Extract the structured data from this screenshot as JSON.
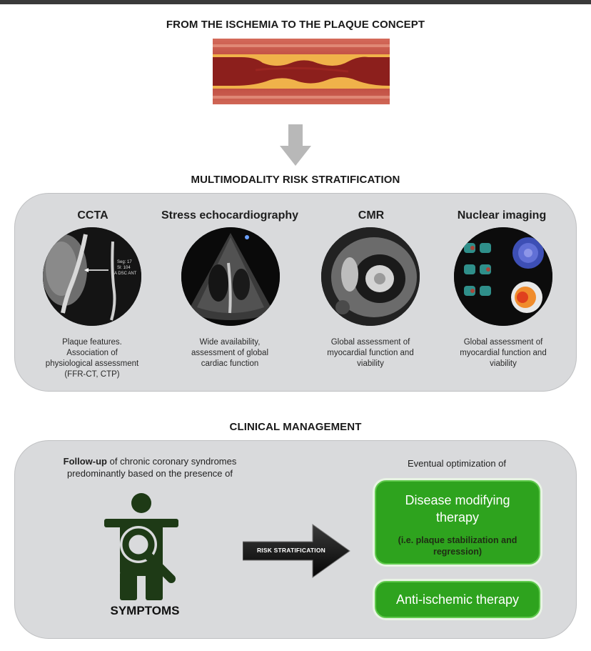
{
  "headings": {
    "ischemia_plaque": "FROM THE ISCHEMIA TO THE PLAQUE CONCEPT",
    "risk_stratification": "MULTIMODALITY RISK STRATIFICATION",
    "clinical_management": "CLINICAL MANAGEMENT"
  },
  "modalities": [
    {
      "title": "CCTA",
      "desc": [
        "Plaque features.",
        "Association of",
        "physiological assessment",
        "(FFR-CT, CTP)"
      ]
    },
    {
      "title": "Stress echocardiography",
      "desc": [
        "Wide availability,",
        "assessment of global",
        "cardiac function"
      ]
    },
    {
      "title": "CMR",
      "desc": [
        "Global assessment of",
        "myocardial function and",
        "viability"
      ]
    },
    {
      "title": "Nuclear imaging",
      "desc": [
        "Global assessment of",
        "myocardial function and",
        "viability"
      ]
    }
  ],
  "ccta_overlay": [
    "Seg: 17",
    "Sl: 104",
    "A DSC ANT"
  ],
  "management": {
    "follow_bold": "Follow-up",
    "follow_rest_1": " of chronic coronary syndromes",
    "follow_line_2": "predominantly based on the presence of",
    "symptoms": "SYMPTOMS",
    "risk_label": "RISK STRATIFICATION",
    "eventual": "Eventual optimization of",
    "disease_title_1": "Disease modifying",
    "disease_title_2": "therapy",
    "disease_sub_1": "(i.e. plaque stabilization and",
    "disease_sub_2": "regression)",
    "anti_ischemic": "Anti-ischemic therapy"
  },
  "colors": {
    "panel_bg": "#d9dadc",
    "green": "#2ea31e",
    "artery_wall": "#a8302e",
    "plaque": "#f0b24a"
  },
  "icons": {
    "down_arrow": "down-arrow-icon",
    "person": "person-magnifier-icon",
    "right_arrow": "right-arrow-icon"
  }
}
